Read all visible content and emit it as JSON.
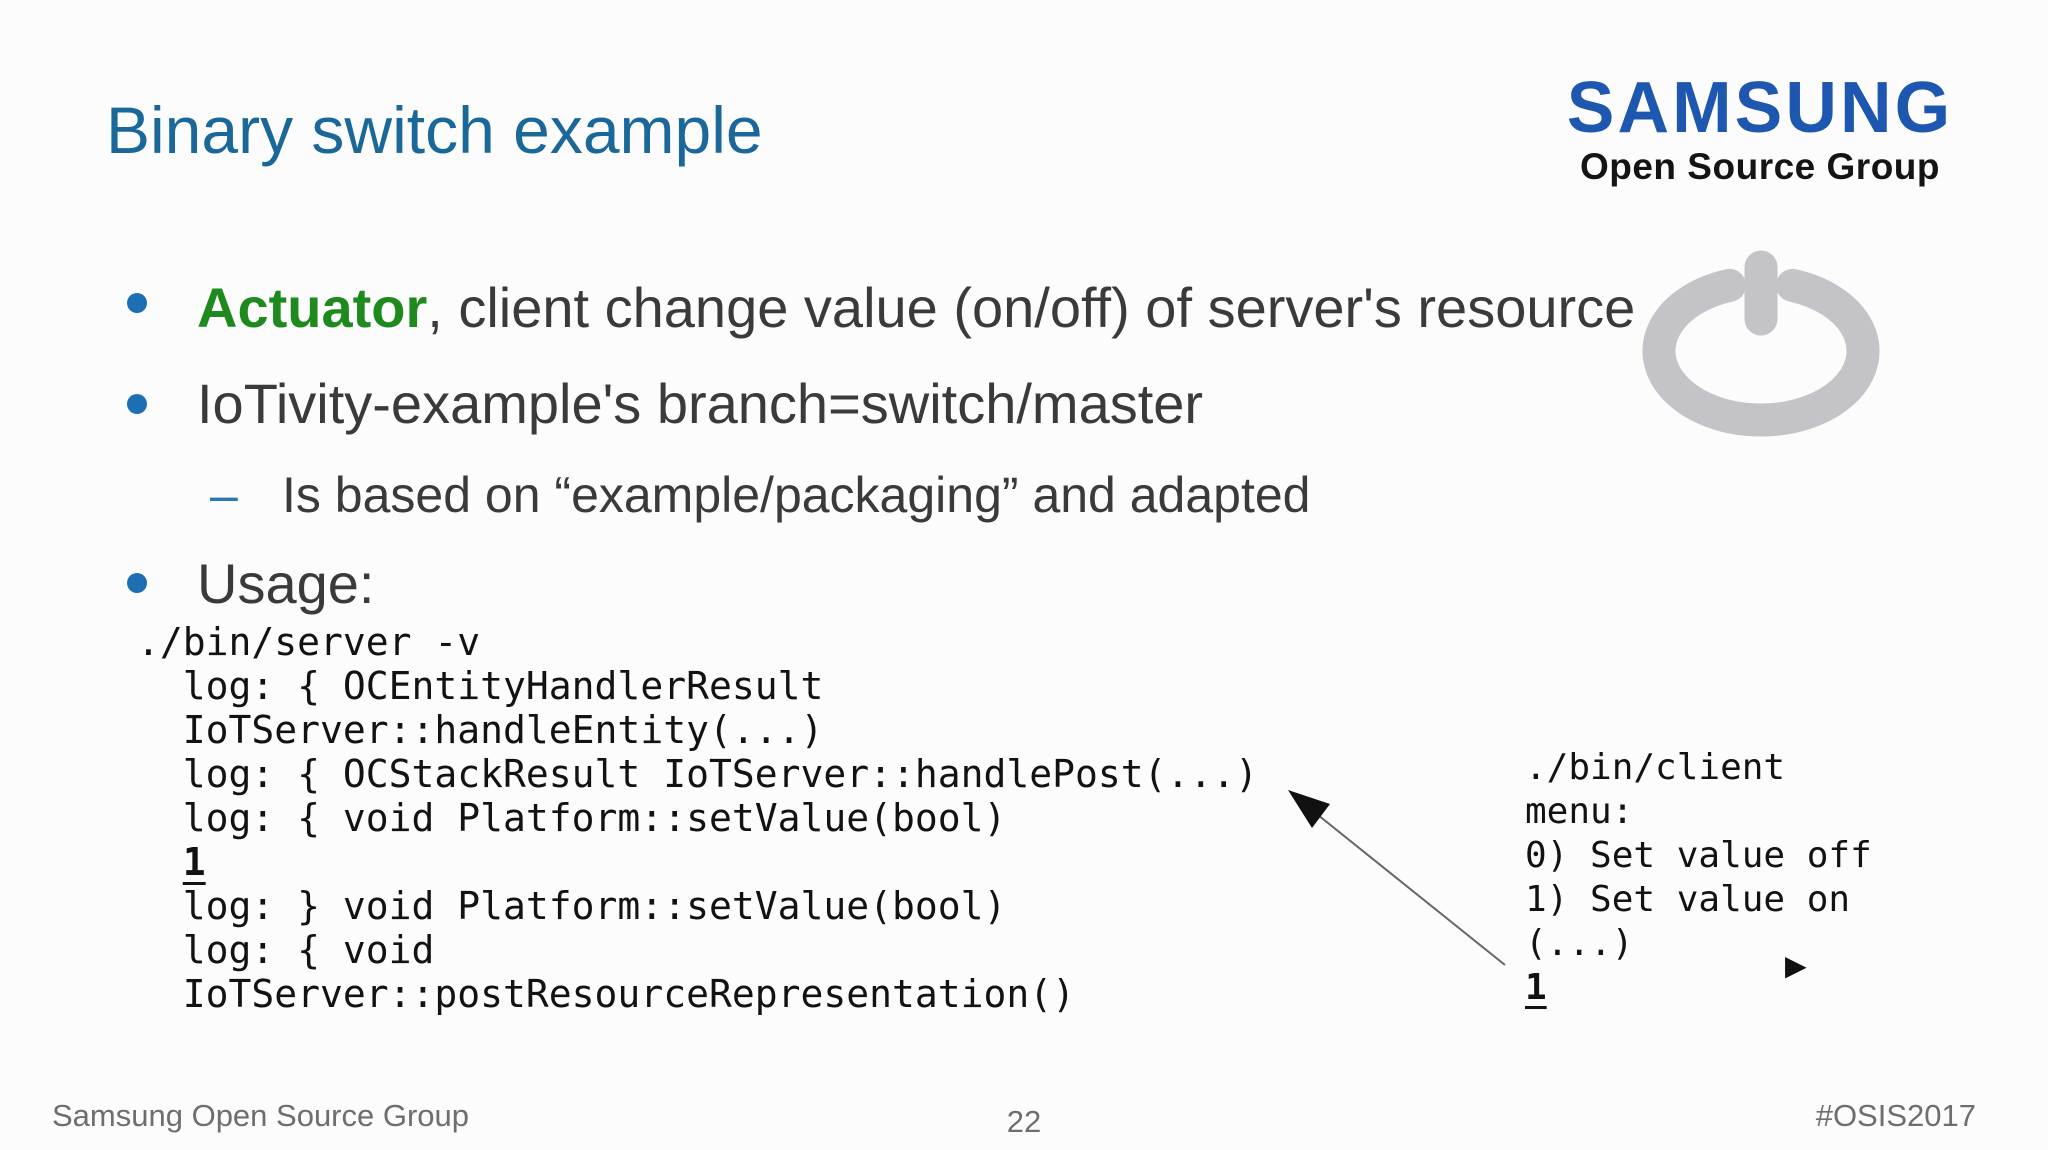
{
  "slide": {
    "title": "Binary switch example",
    "page_number": "22",
    "footer_left": "Samsung Open Source Group",
    "footer_right": "#OSIS2017"
  },
  "branding": {
    "wordmark": "SAMSUNG",
    "subtitle": "Open Source Group"
  },
  "bullets": {
    "b1_highlight": "Actuator",
    "b1_rest": ", client change value (on/off) of server's resource",
    "b2": "IoTivity-example's branch=switch/master",
    "sub_dash": "–",
    "b2_sub": "Is based on “example/packaging” and adapted",
    "b3": "Usage:"
  },
  "code": {
    "server": {
      "lines_before": [
        "./bin/server -v",
        "  log: { OCEntityHandlerResult",
        "  IoTServer::handleEntity(...)",
        "  log: { OCStackResult IoTServer::handlePost(...)",
        "  log: { void Platform::setValue(bool)"
      ],
      "input": "1",
      "lines_after": [
        "  log: } void Platform::setValue(bool)",
        "  log: { void",
        "  IoTServer::postResourceRepresentation()"
      ]
    },
    "client": {
      "lines_before": [
        "./bin/client",
        "menu:",
        "0) Set value off",
        "1) Set value on",
        "(...)"
      ],
      "input": "1"
    }
  },
  "icons": {
    "power_icon": "power-icon",
    "callout_arrow_icon": "arrow-pointing-up-left",
    "prompt_arrow_icon": "►"
  },
  "colors": {
    "title_blue": "#1A6899",
    "highlight_green": "#1E8A1E",
    "bullet_blue": "#1D6FB4",
    "logo_blue": "#1E57B0",
    "body_text": "#3A3A3A",
    "code_text": "#121212",
    "footer_gray": "#6E6E6E",
    "icon_gray": "#C4C4C8"
  }
}
